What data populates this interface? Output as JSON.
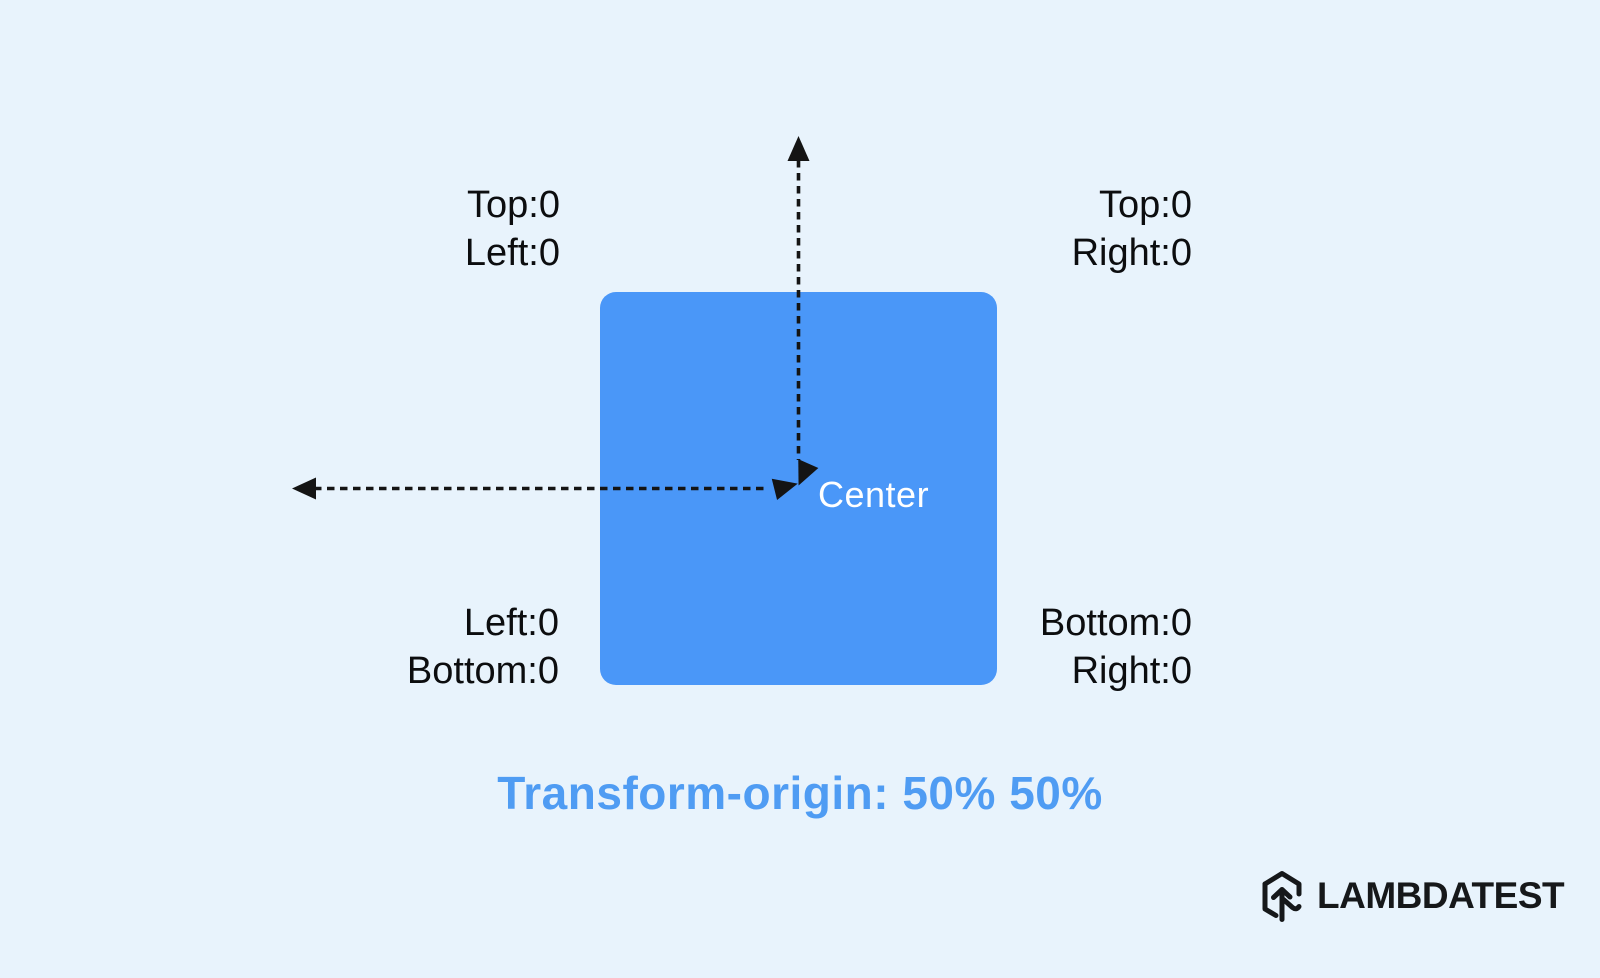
{
  "colors": {
    "background": "#e8f3fc",
    "square": "#4a97f8",
    "caption": "#4f9cf3",
    "label": "#0c0d0f",
    "arrow": "#141414",
    "logo": "#16181a",
    "center-text": "#ffffff"
  },
  "diagram": {
    "square_label": "Center",
    "corner_labels": {
      "top_left": {
        "line1": "Top:0",
        "line2": "Left:0"
      },
      "top_right": {
        "line1": "Top:0",
        "line2": "Right:0"
      },
      "bottom_left": {
        "line1": "Left:0",
        "line2": "Bottom:0"
      },
      "bottom_right": {
        "line1": "Bottom:0",
        "line2": "Right:0"
      }
    },
    "caption": "Transform-origin: 50% 50%"
  },
  "branding": {
    "logo_text": "LAMBDATEST",
    "logo_icon": "lambdatest-hexagon-arrow-icon"
  }
}
